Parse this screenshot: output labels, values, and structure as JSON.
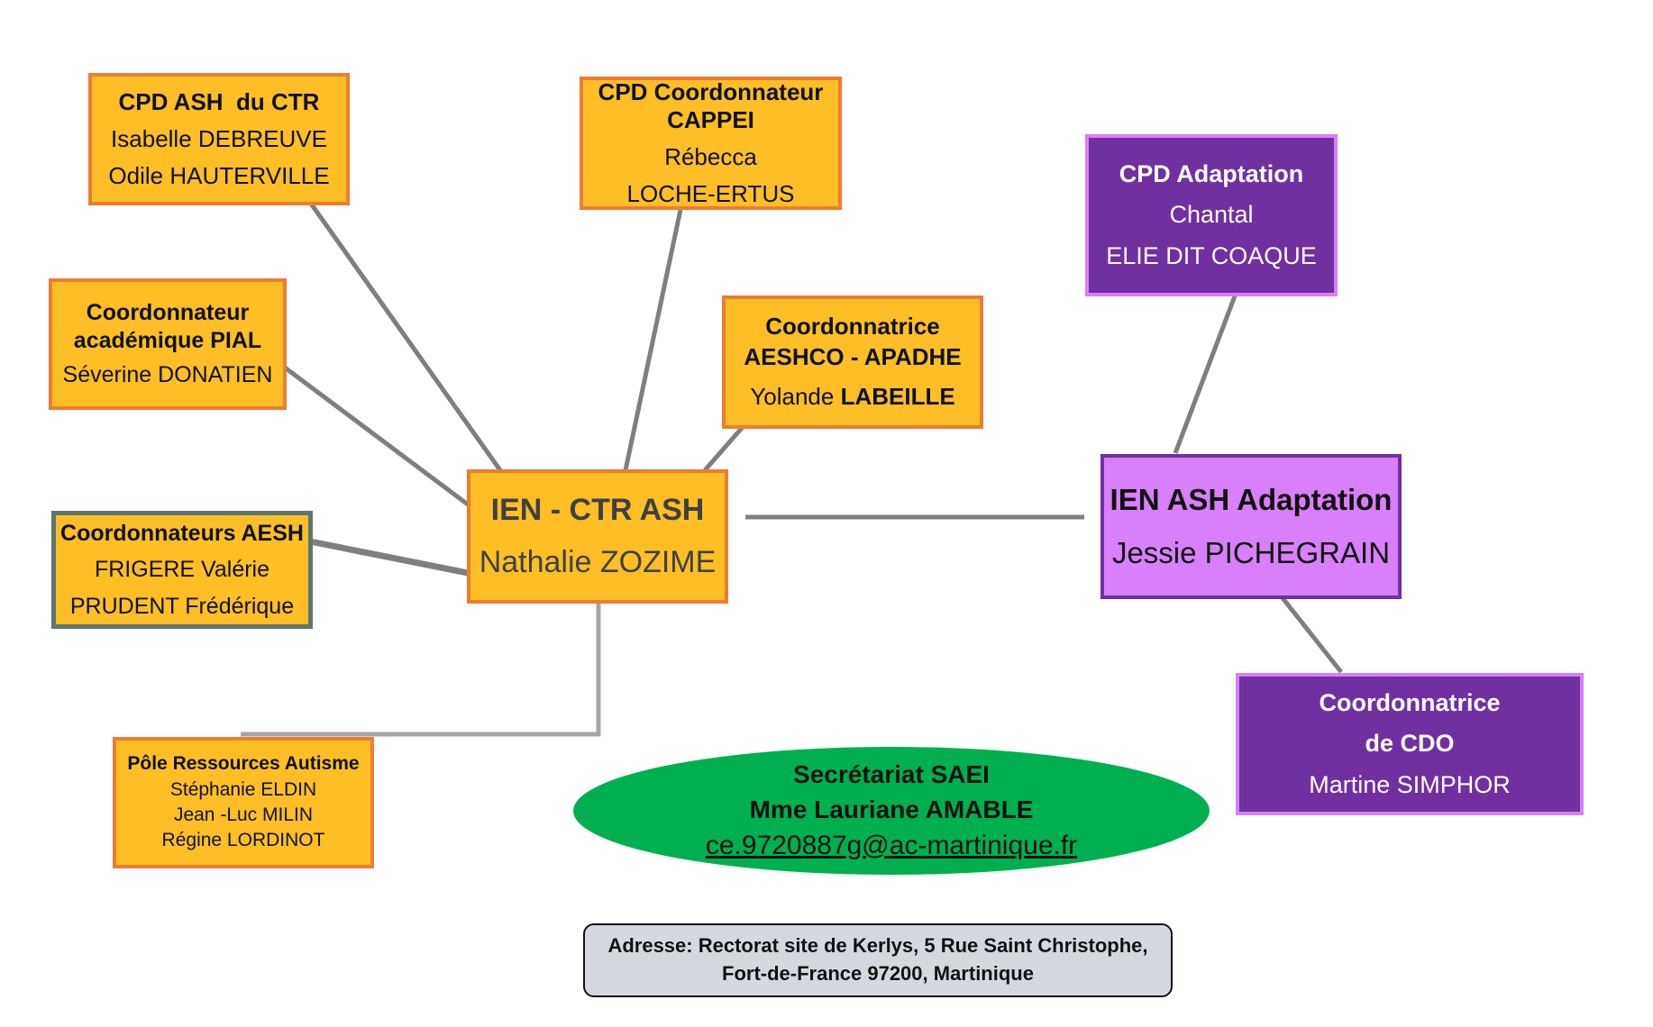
{
  "center": {
    "title": "IEN - CTR ASH",
    "name": "Nathalie ZOZIME"
  },
  "cpd_ash_ctr": {
    "title": "CPD ASH  du CTR",
    "line1": "Isabelle DEBREUVE",
    "line2": "Odile HAUTERVILLE"
  },
  "cpd_cappei": {
    "title1": "CPD Coordonnateur",
    "title2": "CAPPEI",
    "line1": "Rébecca",
    "line2": "LOCHE-ERTUS"
  },
  "pial": {
    "title1": "Coordonnateur",
    "title2": "académique PIAL",
    "name": "Séverine DONATIEN"
  },
  "aeshco": {
    "title1": "Coordonnatrice",
    "title2": "AESHCO - APADHE",
    "first": "Yolande ",
    "last": "LABEILLE"
  },
  "aesh": {
    "title": "Coordonnateurs AESH",
    "line1": "FRIGERE Valérie",
    "line2": "PRUDENT Frédérique"
  },
  "autisme": {
    "title": "Pôle Ressources Autisme",
    "line1": "Stéphanie ELDIN",
    "line2": "Jean -Luc MILIN",
    "line3": "Régine LORDINOT"
  },
  "ien_adaptation": {
    "title": "IEN ASH Adaptation",
    "name": "Jessie PICHEGRAIN"
  },
  "cpd_adaptation": {
    "title": "CPD Adaptation",
    "line1": "Chantal",
    "line2": "ELIE DIT COAQUE"
  },
  "cdo": {
    "title1": "Coordonnatrice",
    "title2": "de CDO",
    "name": "Martine SIMPHOR"
  },
  "secretariat": {
    "title": "Secrétariat SAEI",
    "name": "Mme Lauriane AMABLE",
    "email": "ce.9720887g@ac-martinique.fr"
  },
  "address": {
    "line1": "Adresse: Rectorat site de Kerlys, 5 Rue Saint Christophe,",
    "line2": "Fort-de-France 97200, Martinique"
  },
  "colors": {
    "orange_fill": "#fdbe26",
    "orange_border": "#ec7d31",
    "purple_dark": "#7030a0",
    "purple_light": "#da7ffa",
    "green": "#00b050",
    "connector": "#7f7f7f"
  }
}
